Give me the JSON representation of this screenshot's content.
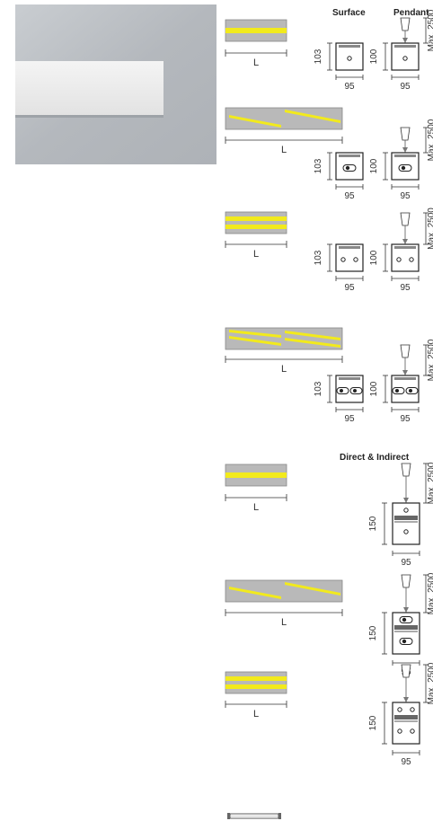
{
  "headers": {
    "surface": "Surface",
    "pendant": "Pendant",
    "direct_indirect": "Direct & Indirect"
  },
  "length_label": "L",
  "dimensions": {
    "width": "95",
    "surface_height": "103",
    "pendant_height": "100",
    "di_height": "150",
    "suspension": "Max. 2500"
  },
  "colors": {
    "housing": "#b9b9b9",
    "led_strip": "#f2ea1c",
    "photo_gray": "#b8bcc0",
    "line": "#333333"
  },
  "configurations": [
    {
      "section": "surface-pendant",
      "strips": "single"
    },
    {
      "section": "surface-pendant",
      "strips": "single-staggered"
    },
    {
      "section": "surface-pendant",
      "strips": "double"
    },
    {
      "section": "surface-pendant",
      "strips": "double-staggered"
    },
    {
      "section": "direct-indirect",
      "strips": "single"
    },
    {
      "section": "direct-indirect",
      "strips": "single-staggered"
    },
    {
      "section": "direct-indirect",
      "strips": "double"
    }
  ]
}
